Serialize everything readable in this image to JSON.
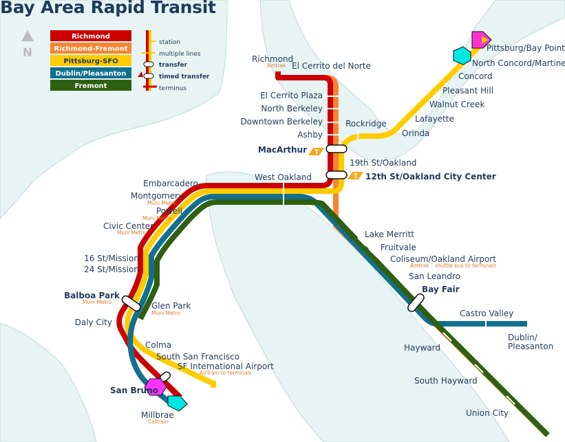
{
  "title": "Bay Area Rapid Transit",
  "north": "N",
  "colors": {
    "richmond": "#cc0000",
    "richmond_fremont": "#f7842e",
    "pittsburg_sfo": "#ffcc00",
    "dublin_pleasanton": "#12708f",
    "fremont": "#2f5f11",
    "water": "#e8f4f3",
    "text": "#1f3a5f",
    "sub": "#e07b2a"
  },
  "legend": {
    "lines": [
      "Richmond",
      "Richmond-Fremont",
      "Pittsburg-SFO",
      "Dublin/Pleasanton",
      "Fremont"
    ],
    "symbols": [
      "station",
      "multiple lines",
      "transfer",
      "timed transfer",
      "terminus"
    ]
  },
  "stations": {
    "richmond": "Richmond",
    "richmond_sub": "Amtrak",
    "el_cerrito_del_norte": "El Cerrito del Norte",
    "el_cerrito_plaza": "El Cerrito Plaza",
    "north_berkeley": "North Berkeley",
    "downtown_berkeley": "Downtown Berkeley",
    "ashby": "Ashby",
    "macarthur": "MacArthur",
    "st19": "19th St/Oakland",
    "st12": "12th St/Oakland City Center",
    "west_oakland": "West Oakland",
    "rockridge": "Rockridge",
    "orinda": "Orinda",
    "lafayette": "Lafayette",
    "walnut_creek": "Walnut Creek",
    "pleasant_hill": "Pleasant Hill",
    "concord": "Concord",
    "north_concord": "North Concord/Martinez",
    "pittsburg": "Pittsburg/Bay Point",
    "embarcadero": "Embarcadero",
    "montgomery": "Montgomery",
    "montgomery_sub": "Muni Metro",
    "powell": "Powell",
    "powell_sub": "Muni Metro",
    "civic_center": "Civic Center",
    "civic_sub": "Muni Metro",
    "mission16": "16 St/Mission",
    "mission24": "24 St/Mission",
    "balboa": "Balboa Park",
    "balboa_sub": "Muni Metro",
    "glen_park": "Glen Park",
    "glen_sub": "Muni Metro",
    "daly_city": "Daly City",
    "colma": "Colma",
    "ssf": "South San Francisco",
    "sfo": "SF International Airport",
    "sfo_sub": "AirTrain to terminals",
    "san_bruno": "San Bruno",
    "millbrae": "Millbrae",
    "millbrae_sub": "Caltrain",
    "lake_merritt": "Lake Merritt",
    "fruitvale": "Fruitvale",
    "coliseum": "Coliseum/Oakland Airport",
    "coliseum_sub1": "Amtrak",
    "coliseum_sub2": "shuttle bus to terminals",
    "san_leandro": "San Leandro",
    "bay_fair": "Bay Fair",
    "castro_valley": "Castro Valley",
    "dublin_1": "Dublin/",
    "dublin_2": "Pleasanton",
    "hayward": "Hayward",
    "south_hayward": "South Hayward",
    "union_city": "Union City"
  }
}
